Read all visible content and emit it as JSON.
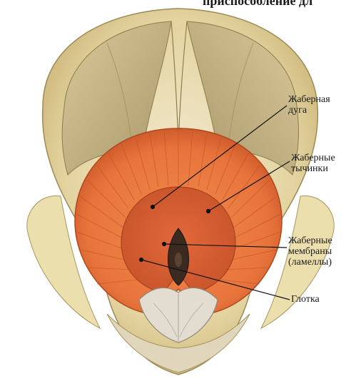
{
  "header": {
    "text": "приспособление дл"
  },
  "labels": {
    "gill_arch": [
      "Жаберная",
      "дуга"
    ],
    "gill_rakers": [
      "Жаберные",
      "тычинки"
    ],
    "gill_membranes": [
      "Жаберные",
      "мембраны",
      "(ламеллы)"
    ],
    "pharynx": [
      "Глотка"
    ]
  },
  "colors": {
    "skin": "#e6d8a8",
    "skin_shadow": "#b8a060",
    "muscle": "#c9b78a",
    "gill_orange": "#e8743c",
    "gill_dark": "#c4502a",
    "pharynx": "#3a2a20",
    "tongue": "#d8d2c8"
  }
}
